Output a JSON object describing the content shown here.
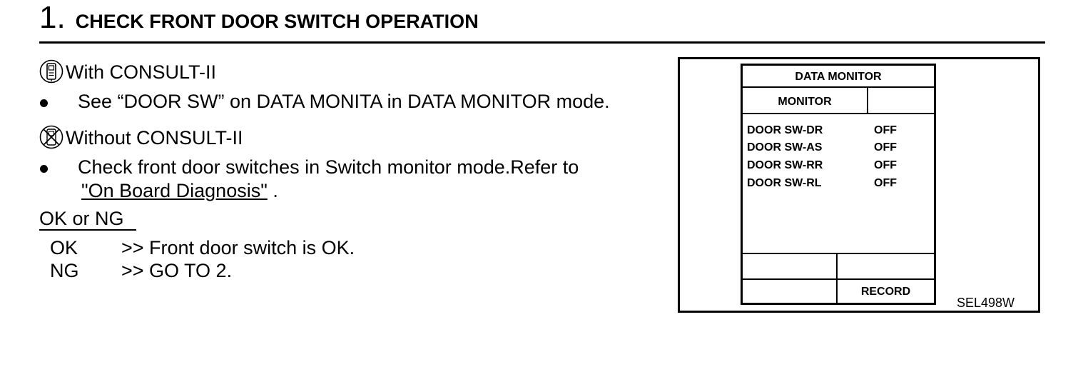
{
  "heading": {
    "number": "1.",
    "title": "CHECK FRONT DOOR SWITCH OPERATION"
  },
  "with_consult": {
    "icon": "consult-tester-icon",
    "label": "With CONSULT-II",
    "bullet": "See “DOOR SW” on DATA MONITA in DATA MONITOR mode."
  },
  "without_consult": {
    "icon": "no-consult-tester-icon",
    "label": "Without CONSULT-II",
    "bullet_line1": "Check front door switches in Switch monitor mode.Refer to",
    "link": "\"On Board Diagnosis\"",
    "link_suffix": " ."
  },
  "result": {
    "label": "OK or  NG",
    "items": [
      {
        "code": "OK",
        "text": ">> Front door switch is OK."
      },
      {
        "code": "NG",
        "text": ">> GO TO 2."
      }
    ]
  },
  "figure": {
    "header": "DATA MONITOR",
    "monitor_label": "MONITOR",
    "rows": [
      {
        "name": "DOOR SW-DR",
        "value": "OFF"
      },
      {
        "name": "DOOR SW-AS",
        "value": "OFF"
      },
      {
        "name": "DOOR SW-RR",
        "value": "OFF"
      },
      {
        "name": "DOOR SW-RL",
        "value": "OFF"
      }
    ],
    "record_label": "RECORD",
    "code": "SEL498W"
  }
}
